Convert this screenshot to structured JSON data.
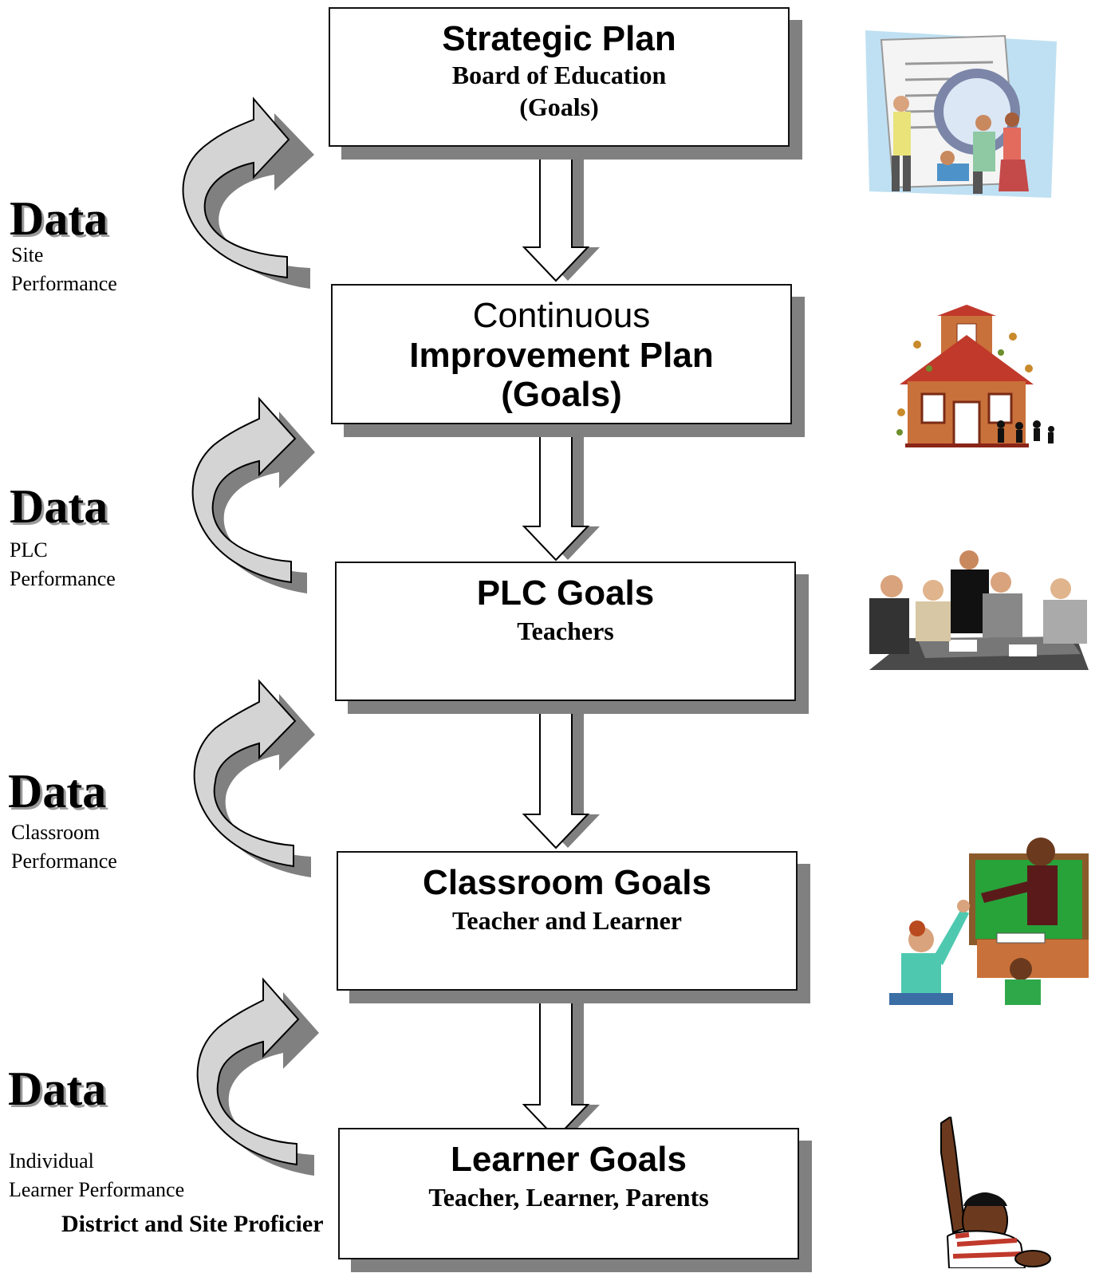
{
  "boxes": [
    {
      "lines": [
        "Strategic Plan",
        "Board of Education",
        "(Goals)"
      ]
    },
    {
      "lines": [
        "Continuous",
        "Improvement Plan",
        "(Goals)"
      ]
    },
    {
      "lines": [
        "PLC Goals",
        "Teachers"
      ]
    },
    {
      "lines": [
        "Classroom Goals",
        "Teacher and Learner"
      ]
    },
    {
      "lines": [
        "Learner Goals",
        "Teacher, Learner, Parents"
      ]
    }
  ],
  "data_labels": [
    {
      "title": "Data",
      "line1": "Site",
      "line2": "Performance"
    },
    {
      "title": "Data",
      "line1": "PLC",
      "line2": "Performance"
    },
    {
      "title": "Data",
      "line1": "Classroom",
      "line2": "Performance"
    },
    {
      "title": "Data",
      "line1": "Individual",
      "line2": "Learner Performance"
    }
  ],
  "footer": "District and Site Proficier",
  "icons": [
    "research-team-clipart-icon",
    "schoolhouse-clipart-icon",
    "meeting-clipart-icon",
    "classroom-teacher-clipart-icon",
    "student-raised-hand-clipart-icon"
  ],
  "colors": {
    "shadow": "#808080",
    "arrow_fill": "#d4d4d4"
  }
}
